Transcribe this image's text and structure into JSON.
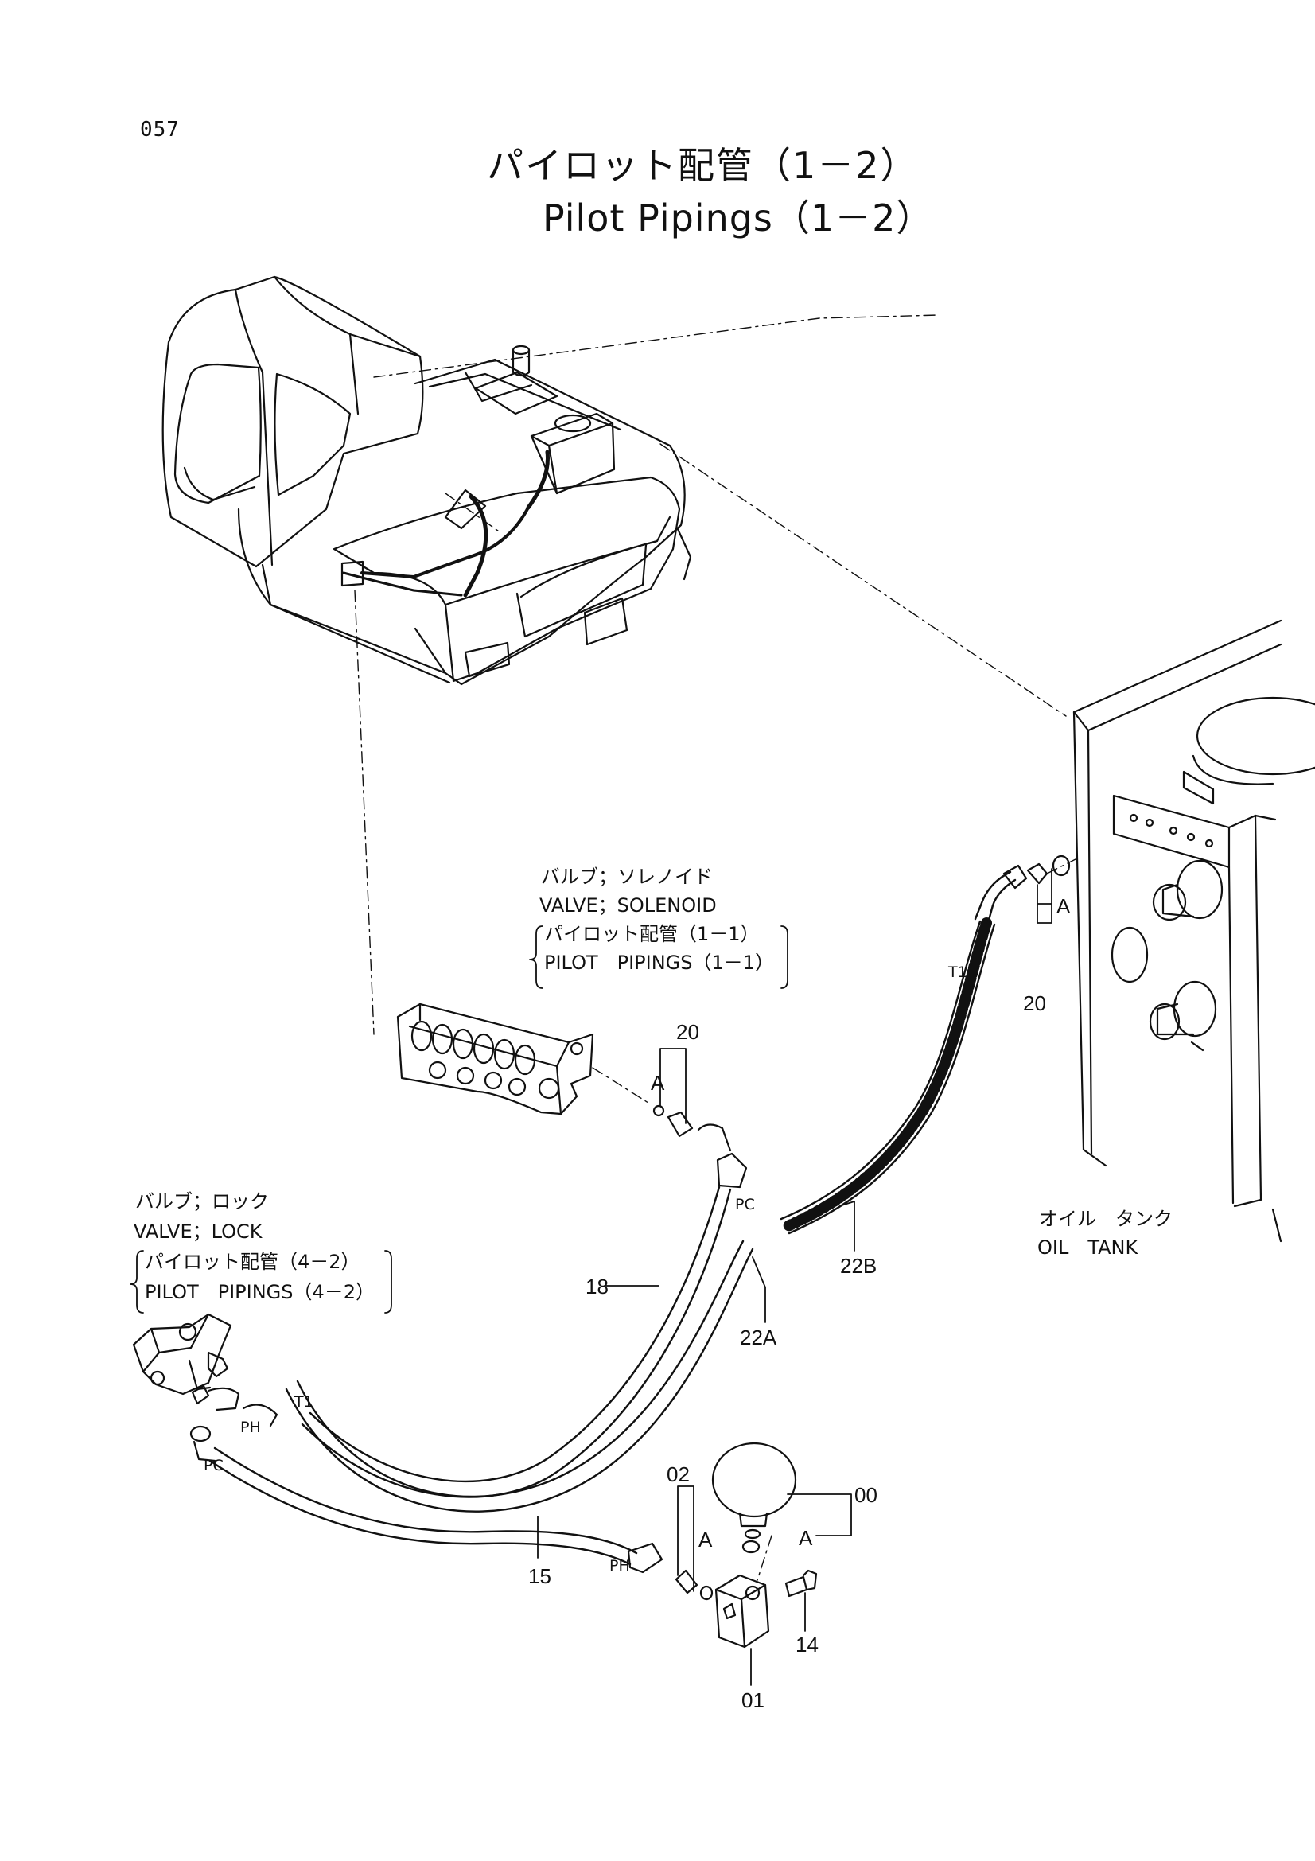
{
  "page_number": "057",
  "title": {
    "japanese": "パイロット配管（1－2）",
    "english": "Pilot Pipings（1－2）"
  },
  "callouts": {
    "solenoid_valve": {
      "jp": "バルブ；ソレノイド",
      "en": "VALVE；SOLENOID",
      "ref_jp": "パイロット配管（1－1）",
      "ref_en": "PILOT　PIPINGS（1－1）"
    },
    "lock_valve": {
      "jp": "バルブ；ロック",
      "en": "VALVE；LOCK",
      "ref_jp": "パイロット配管（4－2）",
      "ref_en": "PILOT　PIPINGS（4－2）"
    },
    "oil_tank": {
      "jp": "オイル　タンク",
      "en": "OIL　TANK"
    }
  },
  "part_numbers": {
    "p20_tank": "20",
    "p20_solenoid": "20",
    "p18": "18",
    "p22B": "22B",
    "p22A": "22A",
    "p15": "15",
    "p02": "02",
    "p00": "00",
    "p14": "14",
    "p01": "01"
  },
  "detail_markers": {
    "a_tank": "A",
    "a_solenoid": "A",
    "a_02": "A",
    "a_00": "A"
  },
  "port_labels": {
    "t1_tank": "T1",
    "pc_solenoid": "PC",
    "t1_lock": "T1",
    "ph_lock": "PH",
    "pc_lock": "PC",
    "ph_block": "PH"
  }
}
